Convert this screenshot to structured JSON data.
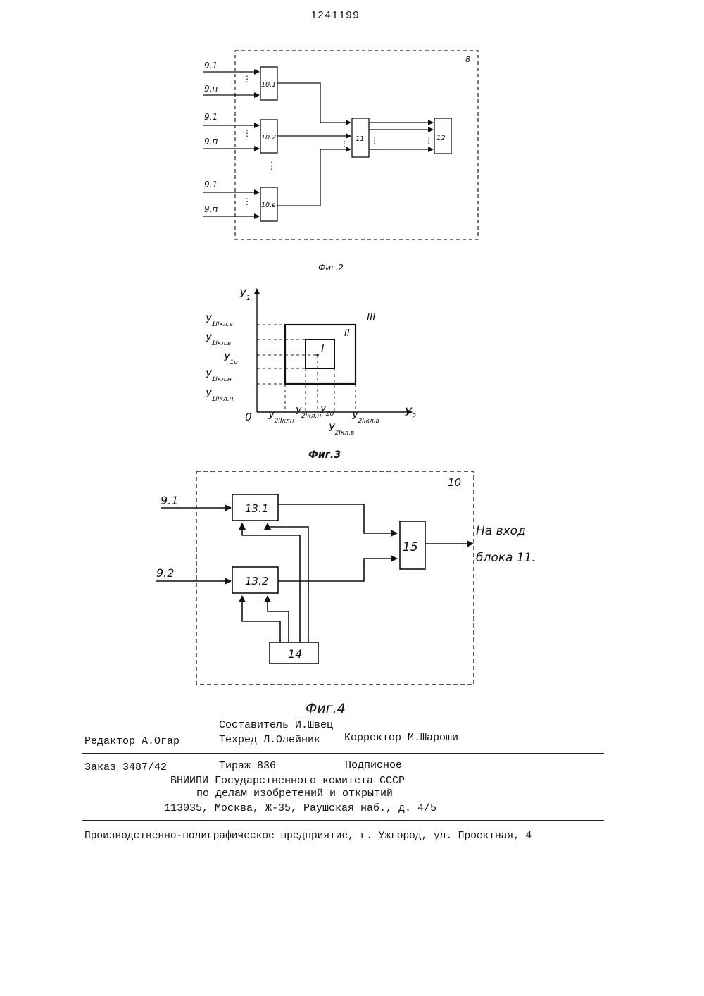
{
  "patent_number": "1241199",
  "fig2": {
    "caption": "Фиг.2",
    "frame_label": "8",
    "groups": [
      {
        "in_top": "9.1",
        "in_bottom": "9.п",
        "block": "10.1"
      },
      {
        "in_top": "9.1",
        "in_bottom": "9.п",
        "block": "10.2"
      },
      {
        "in_top": "9.1",
        "in_bottom": "9.п",
        "block": "10.в"
      }
    ],
    "block_11": "11",
    "block_12": "12"
  },
  "fig3": {
    "caption": "Фиг.3",
    "y_axis": "У",
    "y_axis_sub": "1",
    "x_axis": "У",
    "x_axis_sub": "2",
    "origin": "0",
    "y_labels": [
      {
        "main": "У",
        "sub": "1IIкл.в"
      },
      {
        "main": "У",
        "sub": "1Iкл.в"
      },
      {
        "main": "У",
        "sub": "1о"
      },
      {
        "main": "У",
        "sub": "1Iкл.н"
      },
      {
        "main": "У",
        "sub": "1IIкл.н"
      }
    ],
    "x_labels": [
      {
        "main": "У",
        "sub": "2IIклн"
      },
      {
        "main": "У",
        "sub": "2Iкл.н"
      },
      {
        "main": "У",
        "sub": "2о"
      },
      {
        "main": "У",
        "sub": "2IIкл.в"
      },
      {
        "main": "У",
        "sub": "2Iкл.в"
      }
    ],
    "region_labels": [
      "I",
      "II",
      "III"
    ]
  },
  "fig4": {
    "caption": "Фиг.4",
    "frame_label": "10",
    "input_1": "9.1",
    "input_2": "9.2",
    "block_13_1": "13.1",
    "block_13_2": "13.2",
    "block_14": "14",
    "block_15": "15",
    "output_line1": "На вход",
    "output_line2": "блока 11."
  },
  "imprint": {
    "compiler": "Составитель И.Швец",
    "editor": "Редактор А.Огар",
    "techred": "Техред Л.Олейник",
    "corrector": "Корректор М.Шароши",
    "order": "Заказ 3487/42",
    "print_run": "Тираж 836",
    "subscription": "Подписное",
    "org_line1": "ВНИИПИ Государственного комитета СССР",
    "org_line2": "по делам изобретений и открытий",
    "org_line3": "113035, Москва, Ж-35, Раушская наб., д. 4/5",
    "printer": "Производственно-полиграфическое предприятие, г. Ужгород, ул. Проектная, 4"
  }
}
